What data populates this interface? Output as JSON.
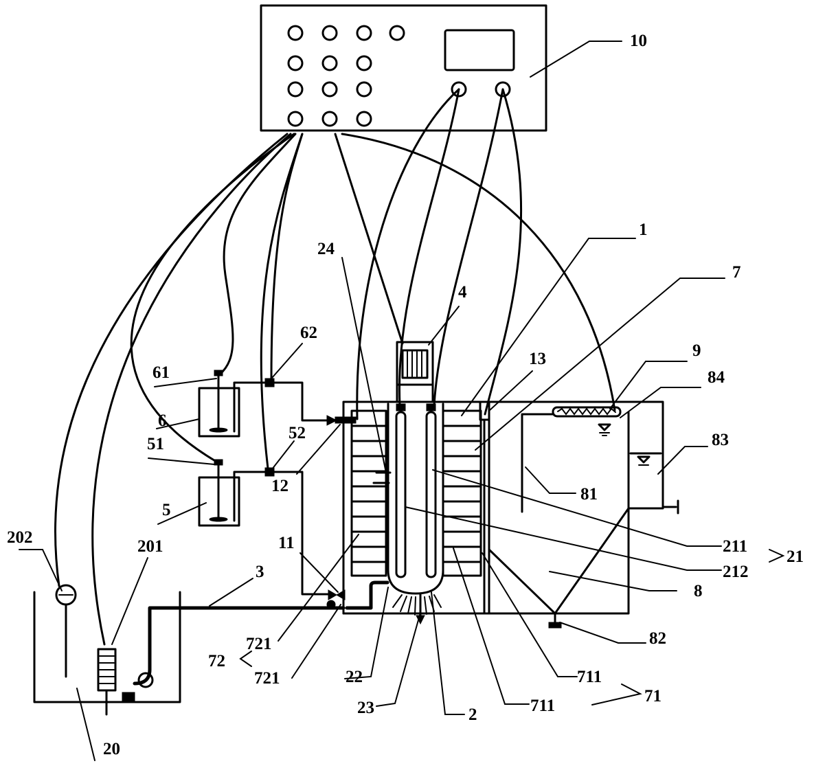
{
  "labels": {
    "l10": "10",
    "l1": "1",
    "l24": "24",
    "l4": "4",
    "l7": "7",
    "l62": "62",
    "l13": "13",
    "l9": "9",
    "l84": "84",
    "l61": "61",
    "l6": "6",
    "l83": "83",
    "l51": "51",
    "l52": "52",
    "l12": "12",
    "l81": "81",
    "l5": "5",
    "l202": "202",
    "l201": "201",
    "l11": "11",
    "l211": "211",
    "l21": "21",
    "l3": "3",
    "l212": "212",
    "l8": "8",
    "l82": "82",
    "l721a": "721",
    "l72": "72",
    "l721b": "721",
    "l22": "22",
    "l711a": "711",
    "l71": "71",
    "l711b": "711",
    "l23": "23",
    "l2": "2",
    "l20": "20"
  }
}
